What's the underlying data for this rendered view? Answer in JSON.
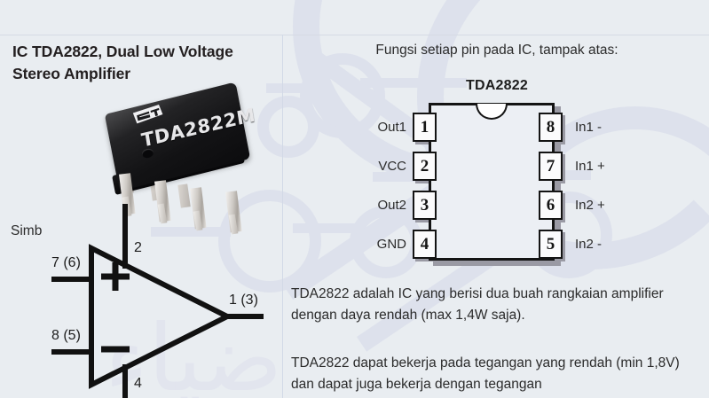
{
  "slide": {
    "background_color": "#e9edf1",
    "watermark_text": "ضياء",
    "divider_color": "#d6dbe4"
  },
  "left": {
    "title": "IC TDA2822, Dual Low Voltage Stereo Amplifier",
    "symbol_label": "Simb",
    "ic_photo": {
      "brand_logo": "st-logo-icon",
      "part_marking": "TDA2822M",
      "package": "dip-8-photo"
    },
    "opamp_symbol": {
      "plus_sign": "+",
      "minus_sign": "−",
      "labels": {
        "noninverting_input": "7 (6)",
        "inverting_input": "8 (5)",
        "supply_top": "2",
        "supply_bottom": "4",
        "output": "1 (3)"
      }
    }
  },
  "right": {
    "caption": "Fungsi setiap pin pada IC, tampak atas:",
    "chip_name": "TDA2822",
    "pins_left": [
      {
        "number": "1",
        "name": "Out1"
      },
      {
        "number": "2",
        "name": "VCC"
      },
      {
        "number": "3",
        "name": "Out2"
      },
      {
        "number": "4",
        "name": "GND"
      }
    ],
    "pins_right": [
      {
        "number": "8",
        "name": "In1 -"
      },
      {
        "number": "7",
        "name": "In1 +"
      },
      {
        "number": "6",
        "name": "In2 +"
      },
      {
        "number": "5",
        "name": "In2 -"
      }
    ],
    "paragraphs": [
      "TDA2822 adalah IC yang berisi dua buah rangkaian amplifier dengan daya rendah (max 1,4W saja).",
      "TDA2822 dapat bekerja pada tegangan yang rendah (min 1,8V) dan dapat juga bekerja dengan tegangan"
    ]
  }
}
